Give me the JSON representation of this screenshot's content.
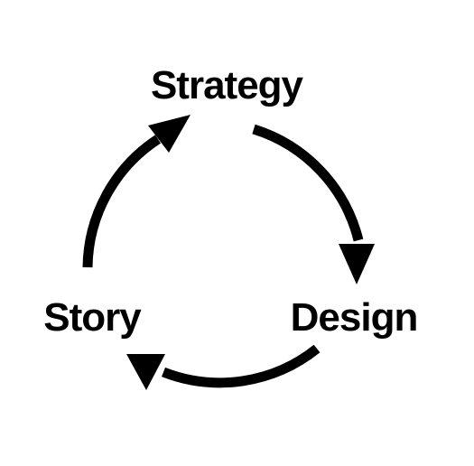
{
  "diagram": {
    "nodes": [
      {
        "label": "Strategy"
      },
      {
        "label": "Design"
      },
      {
        "label": "Story"
      }
    ],
    "edges": [
      {
        "from": "Strategy",
        "to": "Design"
      },
      {
        "from": "Design",
        "to": "Story"
      },
      {
        "from": "Story",
        "to": "Strategy"
      }
    ],
    "colors": {
      "background": "#ffffff",
      "ink": "#000000"
    }
  }
}
